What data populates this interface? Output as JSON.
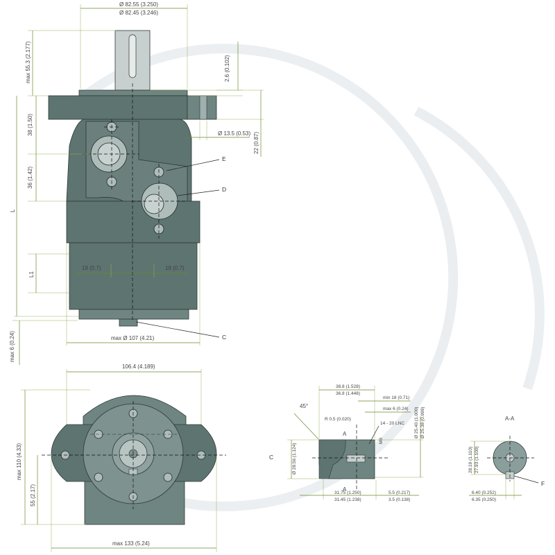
{
  "top_view": {
    "dia_outer_1": "Ø 82.55 (3.250)",
    "dia_outer_2": "Ø 82.45 (3.246)",
    "max_shaft": "max 55.3 (2.177)",
    "flange_step": "2.6 (0.102)",
    "mount_hole": "Ø 13.5 (0.53)",
    "flange_thk": "22 (0.87)",
    "port_dist_1": "38 (1.50)",
    "port_dist_2": "36 (1.42)",
    "length_L": "L",
    "length_L1": "L1",
    "port_off_left": "18 (0.7)",
    "port_off_right": "18 (0.7)",
    "max_dia_body": "max Ø 107 (4.21)",
    "max_bottom": "max 6 (0.24)",
    "label_E": "E",
    "label_D": "D",
    "label_C": "C"
  },
  "front_view": {
    "width_top": "106.4 (4.189)",
    "max_height": "max 110 (4.33)",
    "half_height": "55 (2.17)",
    "max_width": "max 133 (5.24)"
  },
  "shaft_detail": {
    "label_C": "C",
    "angle": "45°",
    "radius": "R 0.5 (0.020)",
    "len_1": "38.8 (1.528)",
    "len_2": "36.8 (1.448)",
    "min_len": "min 18 (0.71)",
    "max_len": "max 6 (0.24)",
    "thread": "14 - 20 LNC",
    "m8": "M8",
    "dia_1": "Ø 25.40 (1.000)",
    "dia_2": "Ø 25.38 (0.999)",
    "dia_key": "Ø 28.56 (1.124)",
    "section_A_top": "A",
    "section_A_bot": "A",
    "key_pos_1": "31.75 (1.250)",
    "key_pos_2": "31.45 (1.238)",
    "end_1": "5.5 (0.217)",
    "end_2": "3.5 (0.138)"
  },
  "section_view": {
    "title": "A-A",
    "dim_v1": "28.19 (1.110)",
    "dim_v2": "27.93 (1.100)",
    "key_w1": "6.40 (0.252)",
    "key_w2": "6.35 (0.250)",
    "label_F": "F"
  }
}
